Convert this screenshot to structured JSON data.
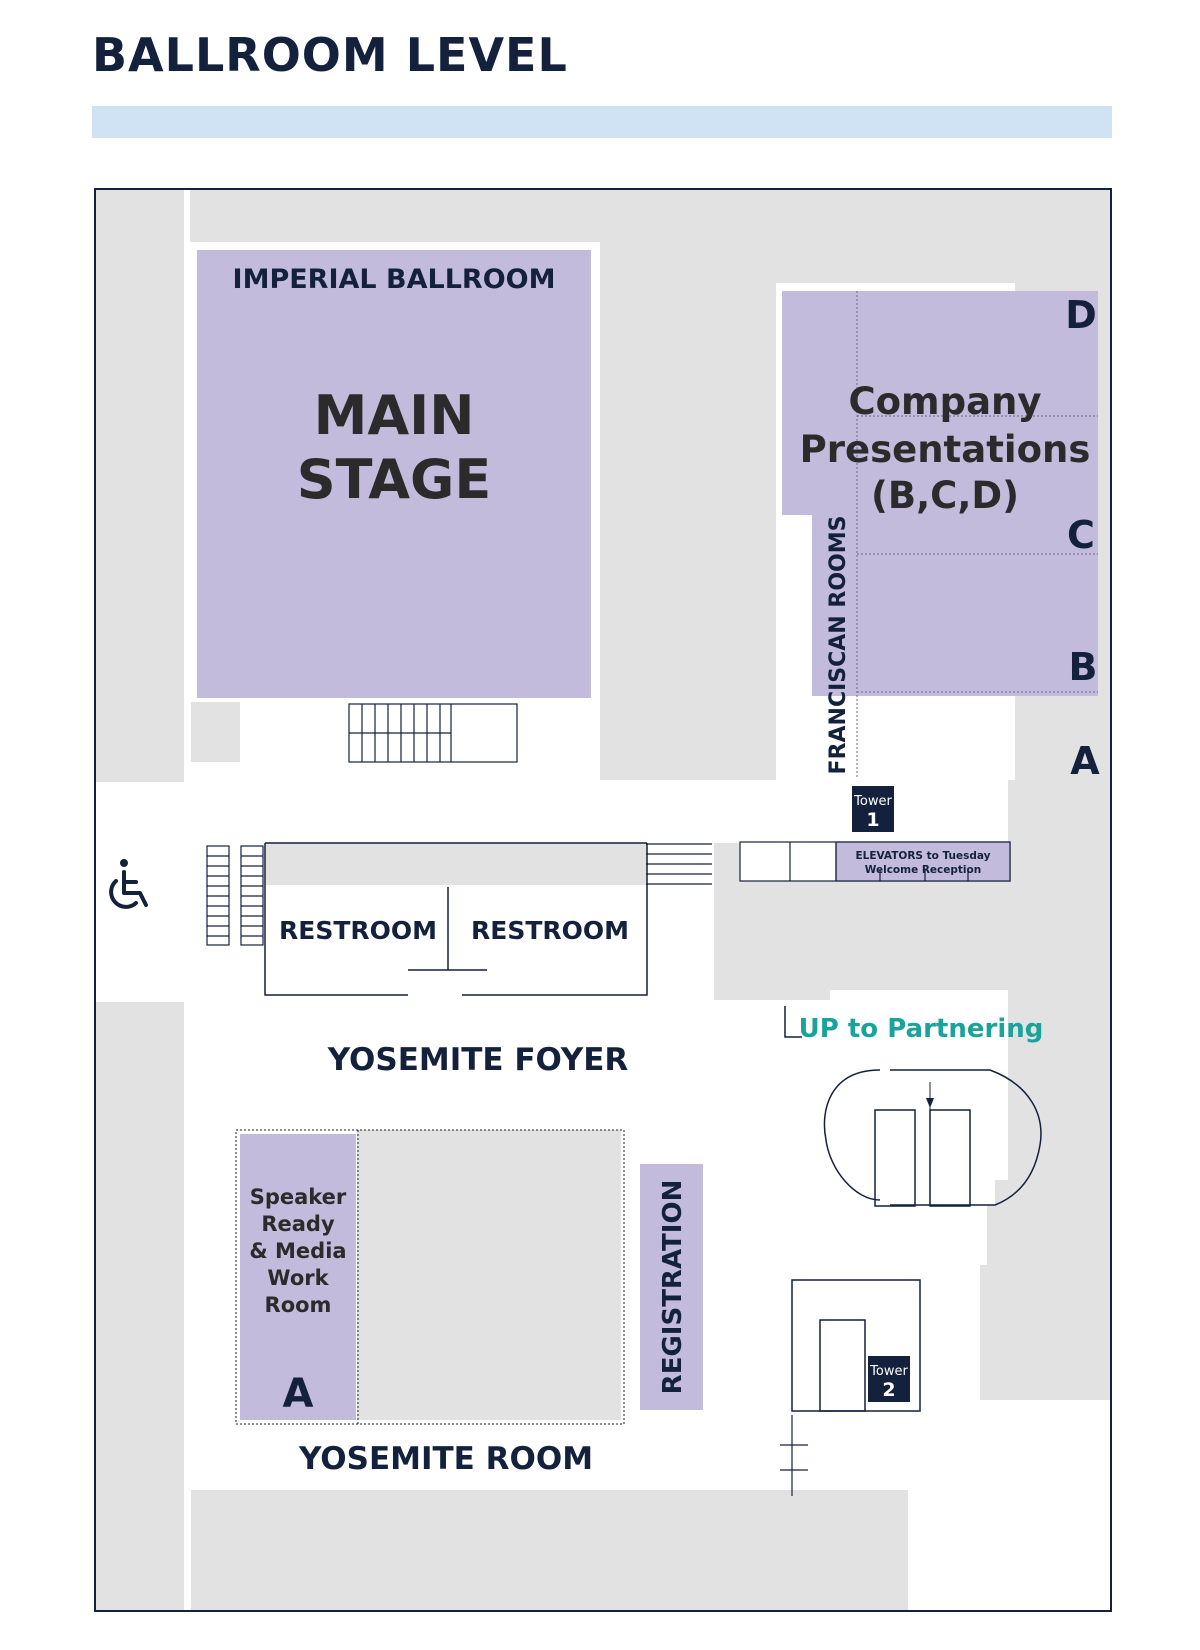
{
  "header": {
    "title": "BALLROOM LEVEL"
  },
  "rooms": {
    "imperial_ballroom": "IMPERIAL BALLROOM",
    "main_stage_line1": "MAIN",
    "main_stage_line2": "STAGE",
    "company_line1": "Company",
    "company_line2": "Presentations",
    "company_line3": "(B,C,D)",
    "franciscan_rooms": "FRANCISCAN ROOMS",
    "section_d": "D",
    "section_c": "C",
    "section_b": "B",
    "section_a": "A",
    "restroom_left": "RESTROOM",
    "restroom_right": "RESTROOM",
    "yosemite_foyer": "YOSEMITE FOYER",
    "speaker_line1": "Speaker",
    "speaker_line2": "Ready",
    "speaker_line3": "& Media",
    "speaker_line4": "Work",
    "speaker_line5": "Room",
    "speaker_section": "A",
    "registration": "REGISTRATION",
    "yosemite_room": "YOSEMITE ROOM"
  },
  "elevators": {
    "tower1_line1": "Tower",
    "tower1_line2": "1",
    "tower2_line1": "Tower",
    "tower2_line2": "2",
    "reception_line1": "ELEVATORS to Tuesday",
    "reception_line2": "Welcome Reception"
  },
  "wayfinding": {
    "up_to_partnering": "UP to Partnering"
  },
  "icons": {
    "accessibility": "wheelchair-icon"
  },
  "colors": {
    "room_purple": "#c2bbdc",
    "wall_gray": "#e2e2e2",
    "navy": "#14213d",
    "title_bar": "#cfe3f5",
    "teal": "#1aa39a"
  }
}
